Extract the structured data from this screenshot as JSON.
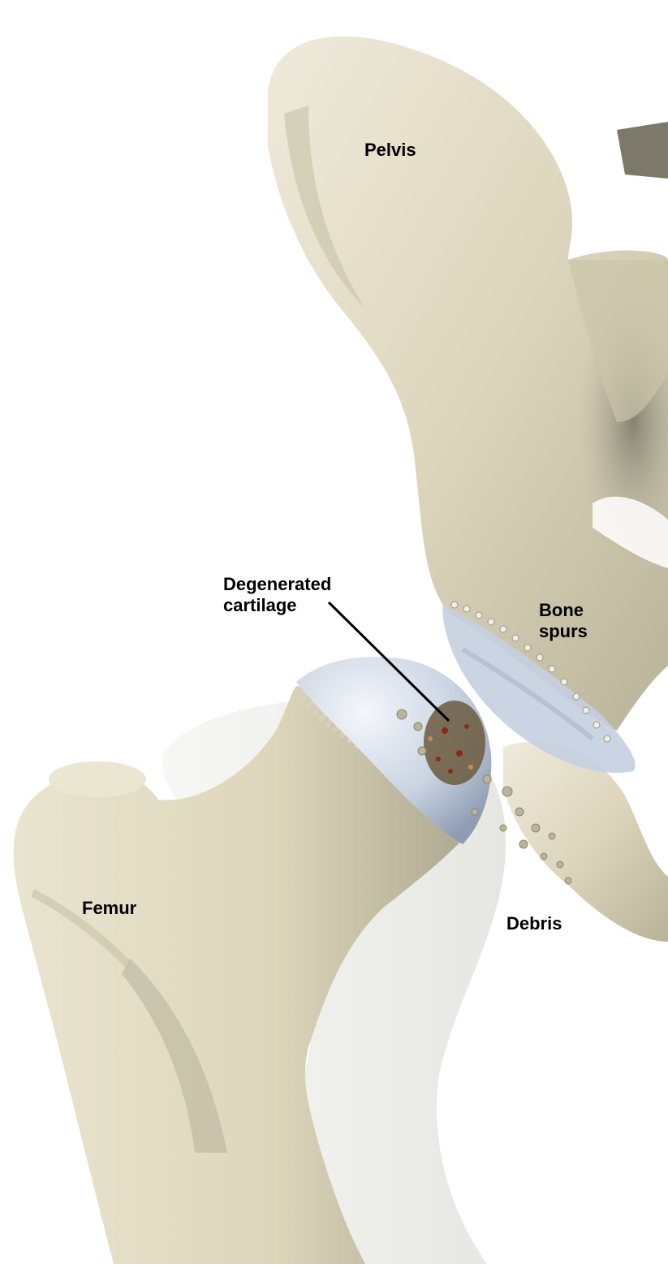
{
  "labels": {
    "pelvis": "Pelvis",
    "degenerated_line1": "Degenerated",
    "degenerated_line2": "cartilage",
    "bone_spurs_line1": "Bone",
    "bone_spurs_line2": "spurs",
    "femur": "Femur",
    "debris": "Debris"
  },
  "colors": {
    "bone": "#ddd6bd",
    "bone_light": "#f2eedf",
    "bone_shadow": "#9a9680",
    "cartilage": "#c9d3e2",
    "debris_red": "#8b2a1a",
    "text": "#000000",
    "background": "#ffffff"
  }
}
